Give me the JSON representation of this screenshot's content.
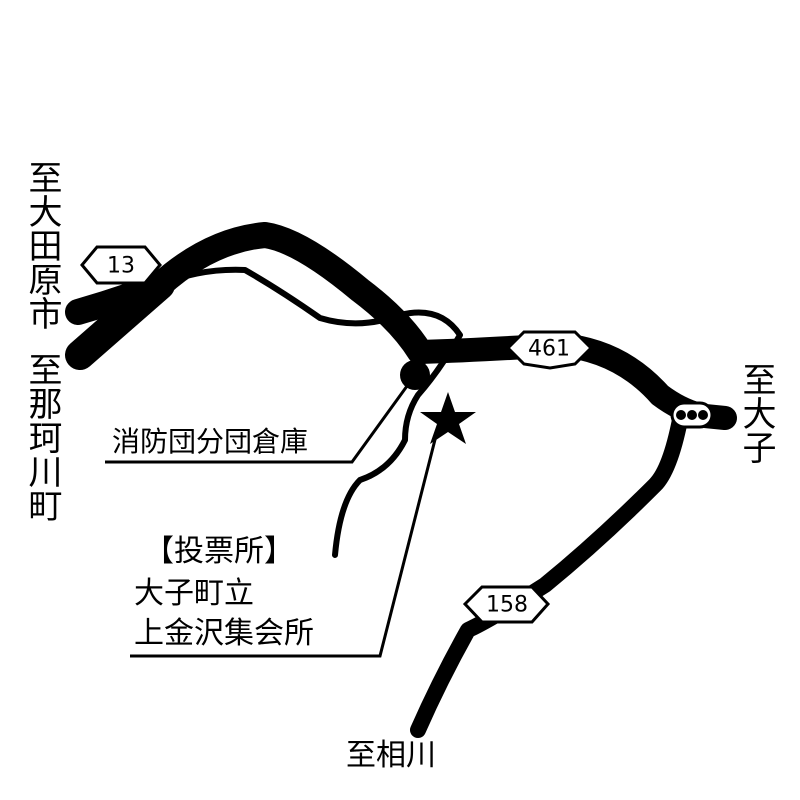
{
  "destinations": {
    "west_upper": "至大田原市",
    "west_lower": "至那珂川町",
    "east": "至大子",
    "south": "至相川"
  },
  "routes": {
    "r13": "13",
    "r461": "461",
    "r158": "158"
  },
  "landmarks": {
    "fire_station": "消防団分団倉庫",
    "polling_header": "【投票所】",
    "polling_line1": "大子町立",
    "polling_line2": "上金沢集会所"
  },
  "colors": {
    "ink": "#000000",
    "paper": "#ffffff"
  }
}
